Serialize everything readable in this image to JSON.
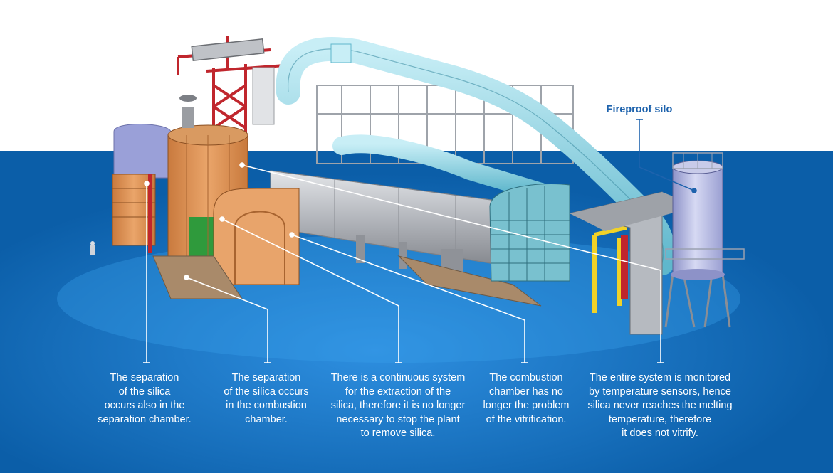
{
  "labels": {
    "fireproof_silo": "Fireproof silo"
  },
  "captions": [
    "The separation\nof the silica\noccurs also in the\nseparation chamber.",
    "The separation\nof the silica occurs\nin the combustion\nchamber.",
    "There is a continuous system\nfor the extraction of the\nsilica, therefore it is no longer\nnecessary to stop the plant\nto remove silica.",
    "The combustion\nchamber has no\nlonger the problem\nof the vitrification.",
    "The entire system is monitored\nby temperature sensors, hence\nsilica never reaches the melting\ntemperature, therefore\nit does not vitrify."
  ],
  "colors": {
    "background_blue": "#0b5ea8",
    "background_deep": "#063f7c",
    "pipe_cyan": "#8fd6e6",
    "chamber_orange": "#e0965a",
    "kiln_gray": "#b9bcc2",
    "frame_red": "#c0262d",
    "panel_green": "#2f9a3c",
    "silo_lavender": "#b9bde6",
    "label_blue": "#1e63ad",
    "leader_white": "#ffffff"
  }
}
